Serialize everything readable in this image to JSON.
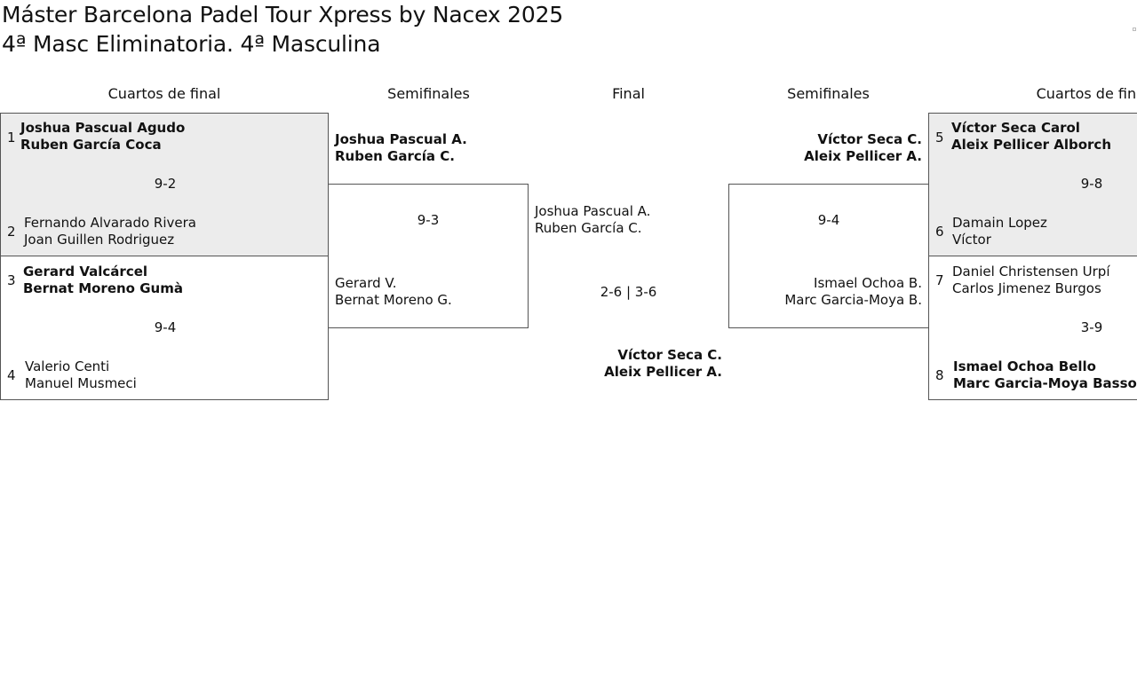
{
  "title": {
    "line1": "Máster Barcelona Padel Tour Xpress by Nacex 2025",
    "line2": "4ª Masc Eliminatoria. 4ª Masculina"
  },
  "headers": {
    "qf_left": "Cuartos de final",
    "sf_left": "Semifinales",
    "final": "Final",
    "sf_right": "Semifinales",
    "qf_right": "Cuartos de final"
  },
  "quarterfinals": [
    {
      "top": {
        "seed": "1",
        "p1": "Joshua Pascual Agudo",
        "p2": "Ruben García Coca",
        "winner": true
      },
      "bottom": {
        "seed": "2",
        "p1": "Fernando Alvarado Rivera",
        "p2": "Joan Guillen Rodriguez",
        "winner": false
      },
      "score": "9-2"
    },
    {
      "top": {
        "seed": "3",
        "p1": "Gerard Valcárcel",
        "p2": "Bernat Moreno Gumà",
        "winner": true
      },
      "bottom": {
        "seed": "4",
        "p1": "Valerio Centi",
        "p2": "Manuel Musmeci",
        "winner": false
      },
      "score": "9-4"
    },
    {
      "top": {
        "seed": "5",
        "p1": "Víctor Seca Carol",
        "p2": "Aleix Pellicer Alborch",
        "winner": true
      },
      "bottom": {
        "seed": "6",
        "p1": "Damain Lopez",
        "p2": "Víctor",
        "winner": false
      },
      "score": "9-8"
    },
    {
      "top": {
        "seed": "7",
        "p1": "Daniel Christensen Urpí",
        "p2": "Carlos Jimenez Burgos",
        "winner": false
      },
      "bottom": {
        "seed": "8",
        "p1": "Ismael Ochoa Bello",
        "p2": "Marc Garcia-Moya Bassons",
        "winner": true
      },
      "score": "3-9"
    }
  ],
  "semifinals": [
    {
      "top": {
        "p1": "Joshua Pascual A.",
        "p2": "Ruben García C.",
        "winner": true
      },
      "bottom": {
        "p1": "Gerard V.",
        "p2": "Bernat Moreno G.",
        "winner": false
      },
      "score": "9-3"
    },
    {
      "top": {
        "p1": "Víctor Seca C.",
        "p2": "Aleix Pellicer A.",
        "winner": true
      },
      "bottom": {
        "p1": "Ismael Ochoa B.",
        "p2": "Marc Garcia-Moya B.",
        "winner": false
      },
      "score": "9-4"
    }
  ],
  "final": {
    "top": {
      "p1": "Joshua Pascual A.",
      "p2": "Ruben García C.",
      "winner": false
    },
    "bottom": {
      "p1": "Víctor Seca C.",
      "p2": "Aleix Pellicer A.",
      "winner": true
    },
    "score": "2-6 | 3-6"
  }
}
